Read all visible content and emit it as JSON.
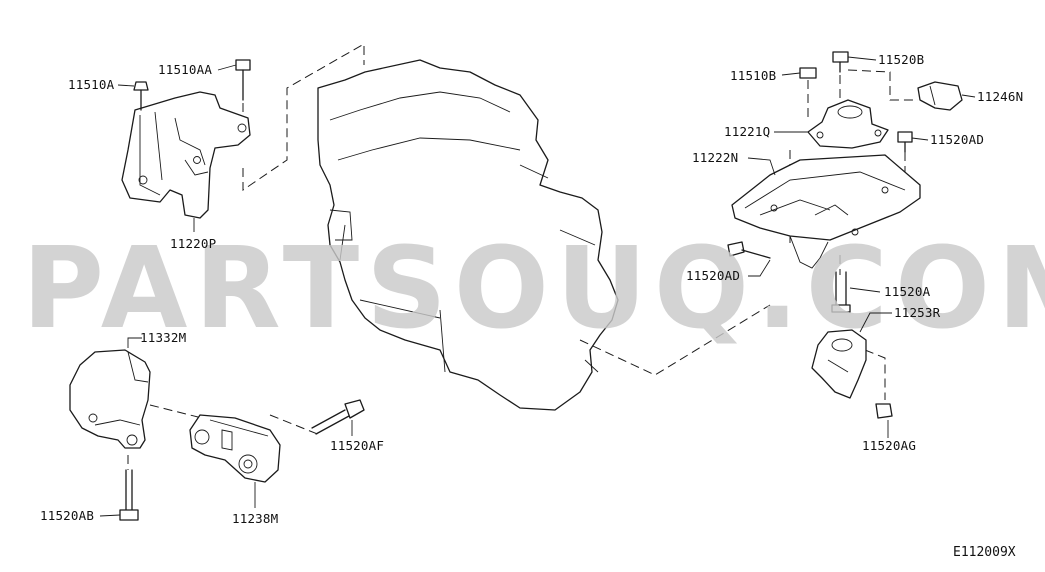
{
  "watermark": "PARTSOUQ.COM",
  "diagram_code": "E112009X",
  "labels": {
    "l11510A": "11510A",
    "l11510AA": "11510AA",
    "l11220P": "11220P",
    "l11332M": "11332M",
    "l11520AB": "11520AB",
    "l11238M": "11238M",
    "l11520AF": "11520AF",
    "l11510B": "11510B",
    "l11520B": "11520B",
    "l11246N": "11246N",
    "l11221Q": "11221Q",
    "l11520AD_top": "11520AD",
    "l11222N": "11222N",
    "l11520AD_left": "11520AD",
    "l11520A": "11520A",
    "l11253R": "11253R",
    "l11520AG": "11520AG"
  },
  "colors": {
    "line": "#1b1b1b",
    "watermark": "#c9c9c9",
    "background": "#ffffff"
  }
}
